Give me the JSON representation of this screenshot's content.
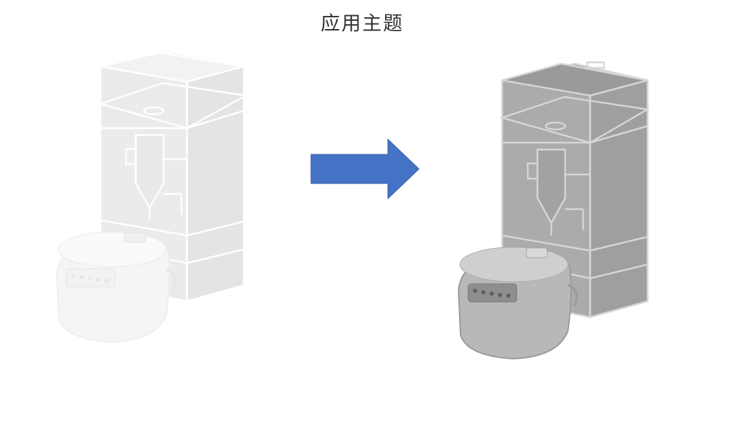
{
  "title": "应用主题",
  "colors": {
    "arrow": "#4472C4",
    "light_box": "#e6e6e6",
    "light_line": "#ffffff",
    "dark_box": "#a6a6a6",
    "dark_line": "#d9d9d9"
  },
  "scenes": [
    {
      "name": "before-illustration",
      "style": "light"
    },
    {
      "name": "after-illustration",
      "style": "dark"
    }
  ],
  "icons": [
    "appliance-cabinet-icon",
    "rice-cooker-icon",
    "right-arrow-icon"
  ]
}
